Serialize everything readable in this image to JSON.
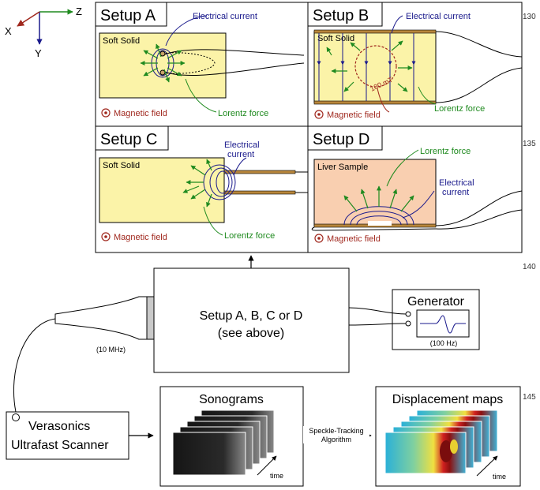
{
  "axes": {
    "z": "Z",
    "x": "X",
    "y": "Y"
  },
  "line_numbers": [
    "130",
    "135",
    "140",
    "145"
  ],
  "setups": {
    "a": {
      "title": "Setup A",
      "sample": "Soft Solid",
      "current": "Electrical current",
      "field": "Magnetic field",
      "force": "Lorentz force"
    },
    "b": {
      "title": "Setup B",
      "sample": "Soft Solid",
      "current": "Electrical current",
      "field": "Magnetic field",
      "force": "Lorentz force",
      "tesla": "100 mT"
    },
    "c": {
      "title": "Setup C",
      "sample": "Soft Solid",
      "current_line1": "Electrical",
      "current_line2": "current",
      "field": "Magnetic field",
      "force": "Lorentz force"
    },
    "d": {
      "title": "Setup D",
      "sample": "Liver Sample",
      "force": "Lorentz force",
      "current_line1": "Electrical",
      "current_line2": "current",
      "field": "Magnetic field"
    }
  },
  "center_box": {
    "line1": "Setup A, B, C or D",
    "line2": "(see above)"
  },
  "probe": {
    "frequency": "(10 MHz)"
  },
  "generator": {
    "title": "Generator",
    "frequency": "(100 Hz)"
  },
  "scanner": {
    "line1": "Verasonics",
    "line2": "Ultrafast Scanner"
  },
  "sonograms": {
    "title": "Sonograms",
    "time": "time"
  },
  "algorithm": {
    "line1": "Speckle-Tracking",
    "line2": "Algorithm"
  },
  "displacement": {
    "title": "Displacement maps",
    "time": "time"
  },
  "colors": {
    "sample_yellow": "#fbf3a8",
    "liver": "#f9cfb0",
    "force_green": "#1f8a1f",
    "current_blue": "#1a1a8c",
    "field_red": "#a0281e"
  }
}
